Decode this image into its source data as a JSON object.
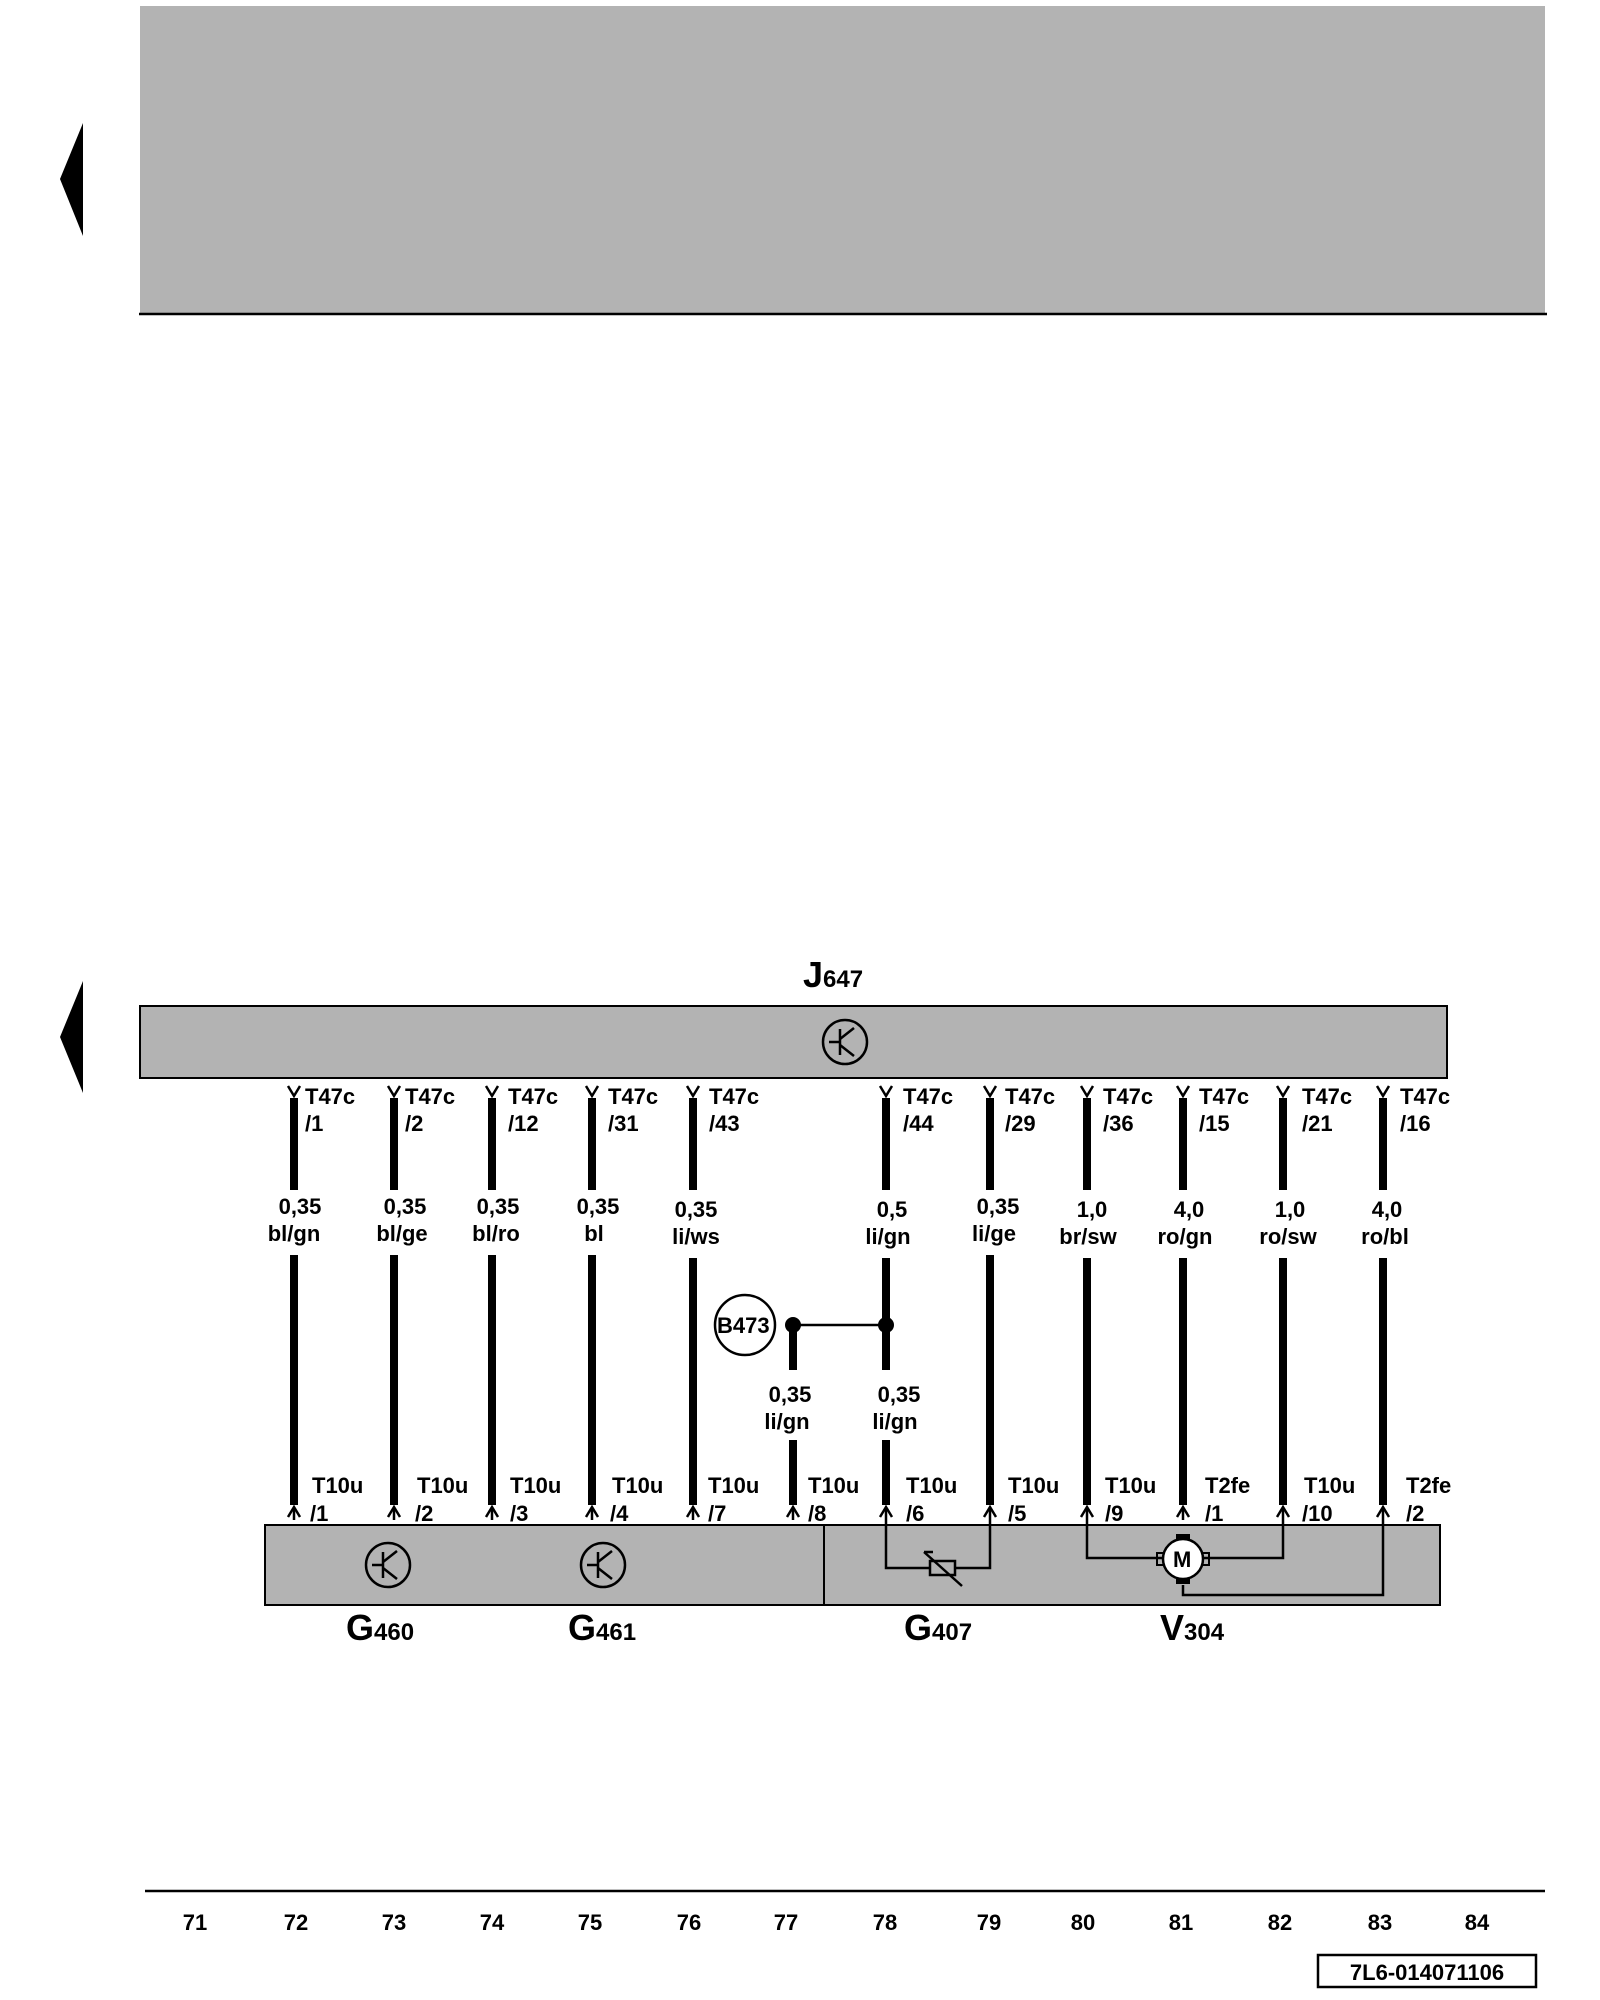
{
  "control_unit": {
    "letter": "J",
    "number": "647"
  },
  "top_connectors": [
    {
      "code": "T47c",
      "pin": "/1"
    },
    {
      "code": "T47c",
      "pin": "/2"
    },
    {
      "code": "T47c",
      "pin": "/12"
    },
    {
      "code": "T47c",
      "pin": "/31"
    },
    {
      "code": "T47c",
      "pin": "/43"
    },
    {
      "code": "T47c",
      "pin": "/44"
    },
    {
      "code": "T47c",
      "pin": "/29"
    },
    {
      "code": "T47c",
      "pin": "/36"
    },
    {
      "code": "T47c",
      "pin": "/15"
    },
    {
      "code": "T47c",
      "pin": "/21"
    },
    {
      "code": "T47c",
      "pin": "/16"
    }
  ],
  "wires": [
    {
      "gauge": "0,35",
      "color": "bl/gn"
    },
    {
      "gauge": "0,35",
      "color": "bl/ge"
    },
    {
      "gauge": "0,35",
      "color": "bl/ro"
    },
    {
      "gauge": "0,35",
      "color": "bl"
    },
    {
      "gauge": "0,35",
      "color": "li/ws"
    },
    {
      "gauge": "0,5",
      "color": "li/gn"
    },
    {
      "gauge": "0,35",
      "color": "li/ge"
    },
    {
      "gauge": "1,0",
      "color": "br/sw"
    },
    {
      "gauge": "4,0",
      "color": "ro/gn"
    },
    {
      "gauge": "1,0",
      "color": "ro/sw"
    },
    {
      "gauge": "4,0",
      "color": "ro/bl"
    }
  ],
  "branch": {
    "label": "B473",
    "wires": [
      {
        "gauge": "0,35",
        "color": "li/gn"
      },
      {
        "gauge": "0,35",
        "color": "li/gn"
      }
    ]
  },
  "bottom_connectors": [
    {
      "code": "T10u",
      "pin": "/1"
    },
    {
      "code": "T10u",
      "pin": "/2"
    },
    {
      "code": "T10u",
      "pin": "/3"
    },
    {
      "code": "T10u",
      "pin": "/4"
    },
    {
      "code": "T10u",
      "pin": "/7"
    },
    {
      "code": "T10u",
      "pin": "/8"
    },
    {
      "code": "T10u",
      "pin": "/6"
    },
    {
      "code": "T10u",
      "pin": "/5"
    },
    {
      "code": "T10u",
      "pin": "/9"
    },
    {
      "code": "T2fe",
      "pin": "/1"
    },
    {
      "code": "T10u",
      "pin": "/10"
    },
    {
      "code": "T2fe",
      "pin": "/2"
    }
  ],
  "components": [
    {
      "letter": "G",
      "number": "460"
    },
    {
      "letter": "G",
      "number": "461"
    },
    {
      "letter": "G",
      "number": "407"
    },
    {
      "letter": "V",
      "number": "304"
    }
  ],
  "motor_symbol": "M",
  "tracks": [
    "71",
    "72",
    "73",
    "74",
    "75",
    "76",
    "77",
    "78",
    "79",
    "80",
    "81",
    "82",
    "83",
    "84"
  ],
  "doc_ref": "7L6-014071106",
  "colors": {
    "panel": "#b3b3b3",
    "line": "#000000"
  },
  "icons": [
    "arrow-left-marker-icon",
    "transistor-icon",
    "variable-resistor-icon",
    "motor-icon"
  ]
}
